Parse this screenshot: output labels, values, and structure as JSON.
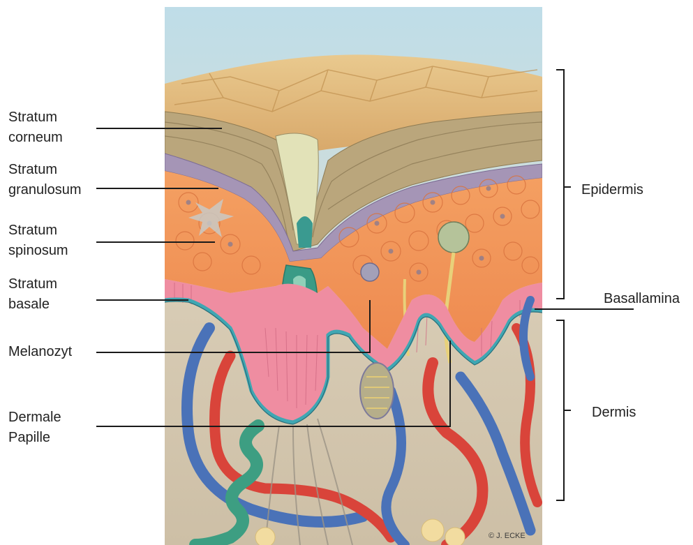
{
  "labels": {
    "stratum_corneum": [
      "Stratum",
      "corneum"
    ],
    "stratum_granulosum": [
      "Stratum",
      "granulosum"
    ],
    "stratum_spinosum": [
      "Stratum",
      "spinosum"
    ],
    "stratum_basale": [
      "Stratum",
      "basale"
    ],
    "melanozyt": [
      "Melanozyt"
    ],
    "dermale_papille": [
      "Dermale",
      "Papille"
    ],
    "epidermis": [
      "Epidermis"
    ],
    "basallamina": [
      "Basallamina"
    ],
    "dermis": [
      "Dermis"
    ]
  },
  "copyright": "© J. ECKE",
  "colors": {
    "sky": "#bcdbe6",
    "corneum": "#b9a57c",
    "granulosum": "#a294b4",
    "spinosum": "#f0a25e",
    "basale": "#ef8fa2",
    "lamina": "#3fa7b3",
    "dermis": "#d9cdb6",
    "vessel_red": "#d9443a",
    "vessel_blue": "#4a72b8",
    "vessel_green": "#3d9e82",
    "line": "#1a1a1a"
  }
}
